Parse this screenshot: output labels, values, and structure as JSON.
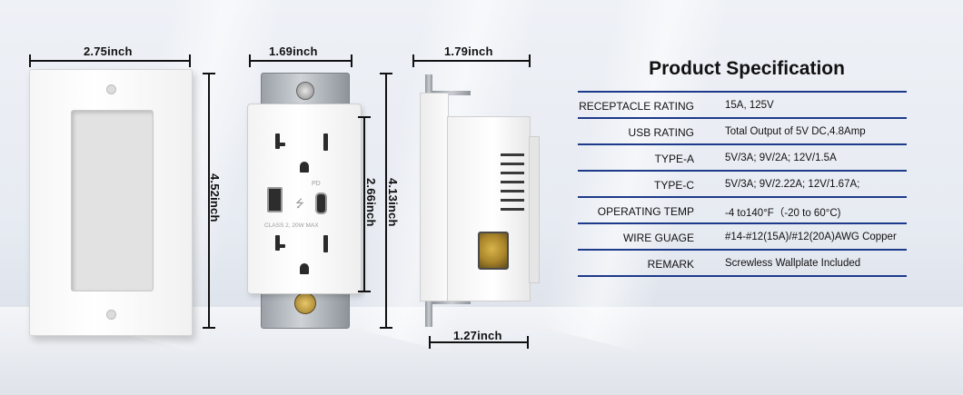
{
  "dimensions": {
    "plate_width": "2.75inch",
    "plate_height": "4.52inch",
    "receptacle_width": "1.69inch",
    "receptacle_body_height": "2.66inch",
    "receptacle_total_height": "4.13inch",
    "side_depth": "1.79inch",
    "side_body_depth": "1.27inch"
  },
  "receptacle": {
    "pd_marking": "PD",
    "class_marking": "CLASS 2, 20W MAX"
  },
  "spec": {
    "title": "Product Specification",
    "rows": [
      {
        "label": "RECEPTACLE RATING",
        "value": "15A,  125V"
      },
      {
        "label": "USB RATING",
        "value": "Total Output of 5V DC,4.8Amp"
      },
      {
        "label": "TYPE-A",
        "value": "5V/3A; 9V/2A; 12V/1.5A"
      },
      {
        "label": "TYPE-C",
        "value": "5V/3A; 9V/2.22A; 12V/1.67A;"
      },
      {
        "label": "OPERATING TEMP",
        "value": "-4 to140°F（-20 to 60°C)"
      },
      {
        "label": "WIRE GUAGE",
        "value": "#14-#12(15A)/#12(20A)AWG Copper"
      },
      {
        "label": "REMARK",
        "value": "Screwless Wallplate Included"
      }
    ]
  },
  "colors": {
    "rule": "#1e3a8a",
    "dimension_line": "#111111"
  }
}
